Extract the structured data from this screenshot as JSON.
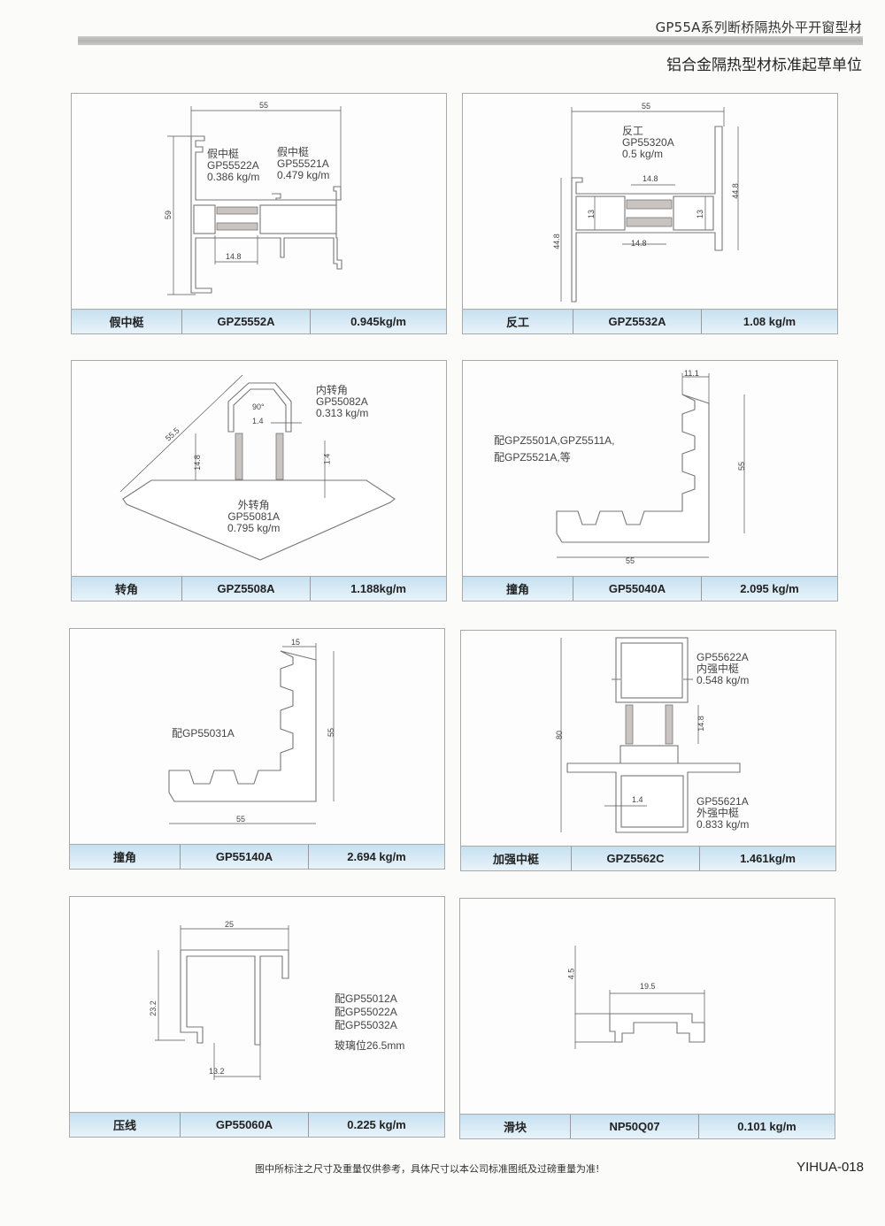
{
  "header": {
    "title": "GP55A系列断桥隔热外平开窗型材",
    "subtitle": "铝合金隔热型材标准起草单位"
  },
  "panels": [
    {
      "name": "假中梃",
      "model": "GPZ5552A",
      "weight": "0.945kg/m",
      "parts": [
        {
          "name": "假中梃",
          "code": "GP55522A",
          "weight": "0.386 kg/m"
        },
        {
          "name": "假中梃",
          "code": "GP55521A",
          "weight": "0.479 kg/m"
        }
      ],
      "dims": [
        "55",
        "59",
        "14.8"
      ]
    },
    {
      "name": "反工",
      "model": "GPZ5532A",
      "weight": "1.08 kg/m",
      "parts": [
        {
          "name": "反工",
          "code": "GP55320A",
          "weight": "0.5 kg/m"
        }
      ],
      "dims": [
        "55",
        "14.8",
        "13",
        "13",
        "14.8",
        "44.8",
        "44.8"
      ]
    },
    {
      "name": "转角",
      "model": "GPZ5508A",
      "weight": "1.188kg/m",
      "parts": [
        {
          "name": "内转角",
          "code": "GP55082A",
          "weight": "0.313 kg/m"
        },
        {
          "name": "外转角",
          "code": "GP55081A",
          "weight": "0.795 kg/m"
        }
      ],
      "dims": [
        "55.5",
        "90°",
        "1.4",
        "14.8",
        "1.4"
      ]
    },
    {
      "name": "撞角",
      "model": "GP55040A",
      "weight": "2.095 kg/m",
      "notes": [
        "配GPZ5501A,GPZ5511A,",
        "配GPZ5521A,等"
      ],
      "dims": [
        "11.1",
        "55",
        "55"
      ]
    },
    {
      "name": "撞角",
      "model": "GP55140A",
      "weight": "2.694 kg/m",
      "notes": [
        "配GP55031A"
      ],
      "dims": [
        "15",
        "55",
        "55"
      ]
    },
    {
      "name": "加强中梃",
      "model": "GPZ5562C",
      "weight": "1.461kg/m",
      "parts": [
        {
          "code": "GP55622A",
          "name": "内强中梃",
          "weight": "0.548 kg/m"
        },
        {
          "code": "GP55621A",
          "name": "外强中梃",
          "weight": "0.833 kg/m"
        }
      ],
      "dims": [
        "80",
        "14.8",
        "1.4"
      ]
    },
    {
      "name": "压线",
      "model": "GP55060A",
      "weight": "0.225 kg/m",
      "notes": [
        "配GP55012A",
        "配GP55022A",
        "配GP55032A",
        "玻璃位26.5mm"
      ],
      "dims": [
        "25",
        "23.2",
        "13.2"
      ]
    },
    {
      "name": "滑块",
      "model": "NP50Q07",
      "weight": "0.101 kg/m",
      "dims": [
        "4.5",
        "19.5"
      ]
    }
  ],
  "footer": {
    "note": "图中所标注之尺寸及重量仅供参考，具体尺寸以本公司标准图纸及过磅重量为准!",
    "page_id": "YIHUA-018"
  }
}
